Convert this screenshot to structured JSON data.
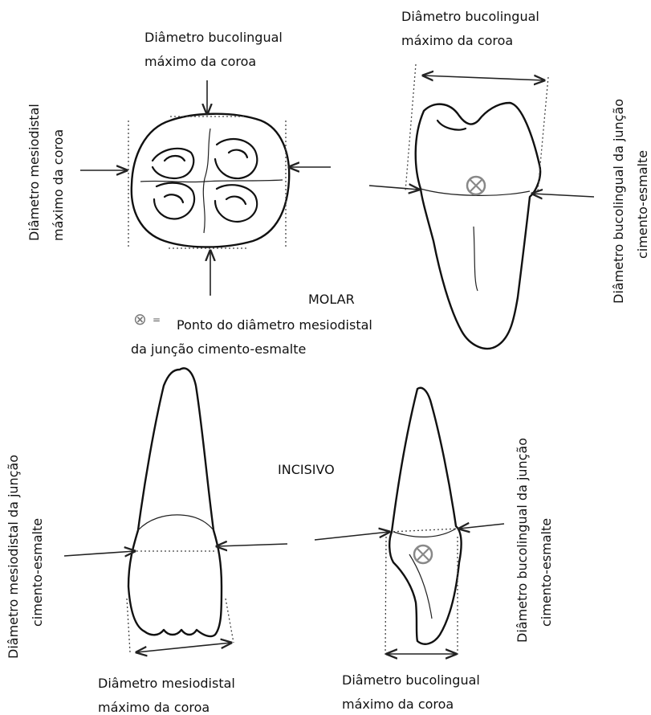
{
  "labels": {
    "molar_top_left_1": "Diâmetro bucolingual",
    "molar_top_left_2": "máximo da coroa",
    "molar_top_right_1": "Diâmetro bucolingual",
    "molar_top_right_2": "máximo da coroa",
    "molar_left_vert_1": "Diâmetro mesiodistal",
    "molar_left_vert_2": "máximo da coroa",
    "molar_right_vert_1": "Diâmetro bucolingual  da junção",
    "molar_right_vert_2": "cimento-esmalte",
    "molar_center": "MOLAR",
    "legend_symbol": "⊗",
    "legend_eq": "=",
    "legend_1": "Ponto do diâmetro mesiodistal",
    "legend_2": "da junção cimento-esmalte",
    "incisor_left_vert_1": "Diâmetro mesiodistal da junção",
    "incisor_left_vert_2": "cimento-esmalte",
    "incisor_center": "INCISIVO",
    "incisor_right_vert_1": "Diâmetro bucolingual  da junção",
    "incisor_right_vert_2": "cimento-esmalte",
    "incisor_bottom_left_1": "Diâmetro mesiodistal",
    "incisor_bottom_left_2": "máximo da coroa",
    "incisor_bottom_right_1": "Diâmetro bucolingual",
    "incisor_bottom_right_2": "máximo da coroa"
  },
  "colors": {
    "line": "#111111",
    "symbol": "#777777"
  }
}
